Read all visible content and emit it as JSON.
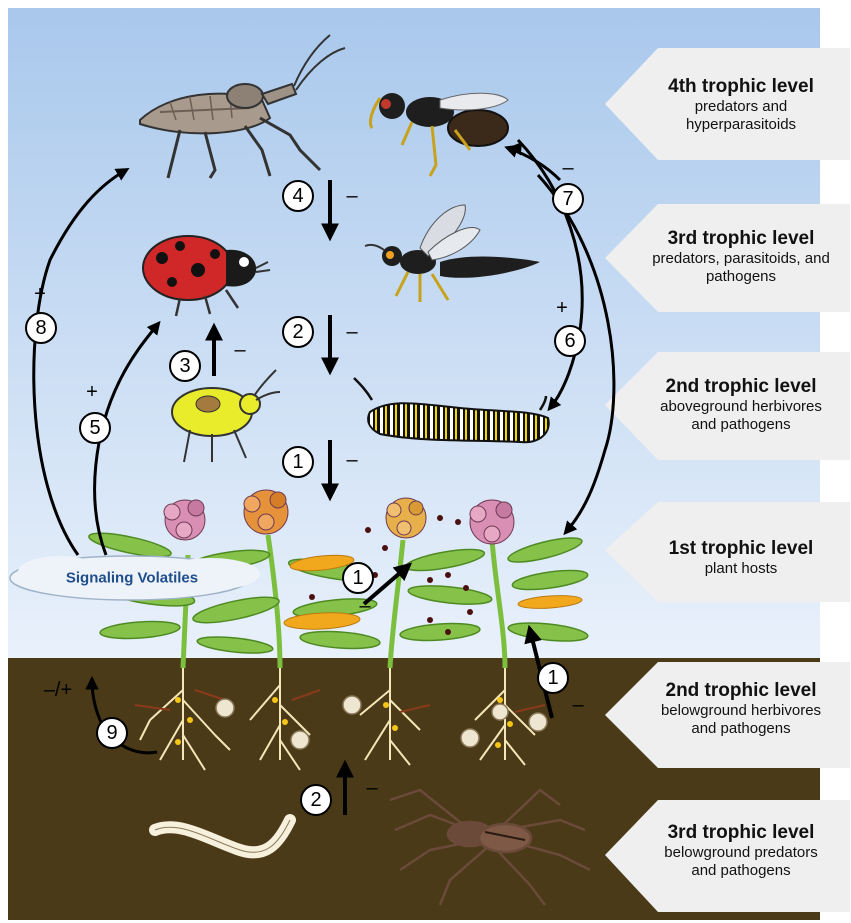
{
  "levels": [
    {
      "title": "4th trophic level",
      "desc": [
        "predators and",
        "hyperparasitoids"
      ]
    },
    {
      "title": "3rd trophic level",
      "desc": [
        "predators, parasitoids, and",
        "pathogens"
      ]
    },
    {
      "title": "2nd trophic level",
      "desc": [
        "aboveground herbivores",
        "and pathogens"
      ]
    },
    {
      "title": "1st trophic level",
      "desc": [
        "plant hosts"
      ]
    },
    {
      "title": "2nd trophic level",
      "desc": [
        "belowground herbivores",
        "and pathogens"
      ]
    },
    {
      "title": "3rd trophic level",
      "desc": [
        "belowground predators",
        "and pathogens"
      ]
    }
  ],
  "volatiles_label": "Signaling Volatiles",
  "interactions": {
    "n4": "4",
    "n4_sign": "–",
    "n2a": "2",
    "n2a_sign": "–",
    "n3": "3",
    "n3_sign": "–",
    "n1a": "1",
    "n1a_sign": "–",
    "n1b": "1",
    "n1b_sign": "–",
    "n1c": "1",
    "n1c_sign": "–",
    "n5": "5",
    "n5_sign": "+",
    "n6": "6",
    "n6_sign": "+",
    "n7": "7",
    "n7_sign": "–",
    "n8": "8",
    "n8_sign": "+",
    "n9": "9",
    "n9_sign": "–/+",
    "n2b": "2",
    "n2b_sign": "–"
  },
  "colors": {
    "sky_top": "#a9c8ec",
    "sky_bottom": "#e7f0fb",
    "soil": "#4a3a18",
    "label_box": "#efefef",
    "volatiles_text": "#1f4e8c",
    "leaf": "#7cbf3f",
    "leaf_orange": "#f2a81d",
    "flower_pink": "#d98fb4",
    "flower_orange": "#e6923b",
    "root": "#f3e6b8"
  }
}
